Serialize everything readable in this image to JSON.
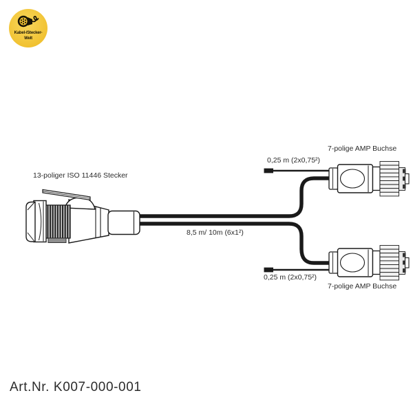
{
  "logo": {
    "line1": "Kabel-/Stecker-",
    "line2": "Welt",
    "bg_color": "#F1C232",
    "fg_color": "#181406"
  },
  "diagram": {
    "line_color": "#1a1a1a",
    "plug_label": "13-poliger ISO 11446 Stecker",
    "main_cable_label": "8,5 m/ 10m (6x1²)",
    "top_branch_length_label": "0,25 m (2x0,75²)",
    "top_connector_label": "7-polige AMP Buchse",
    "bottom_branch_length_label": "0,25 m (2x0,75²)",
    "bottom_connector_label": "7-polige AMP Buchse"
  },
  "footer": {
    "article_number": "Art.Nr. K007-000-001"
  }
}
